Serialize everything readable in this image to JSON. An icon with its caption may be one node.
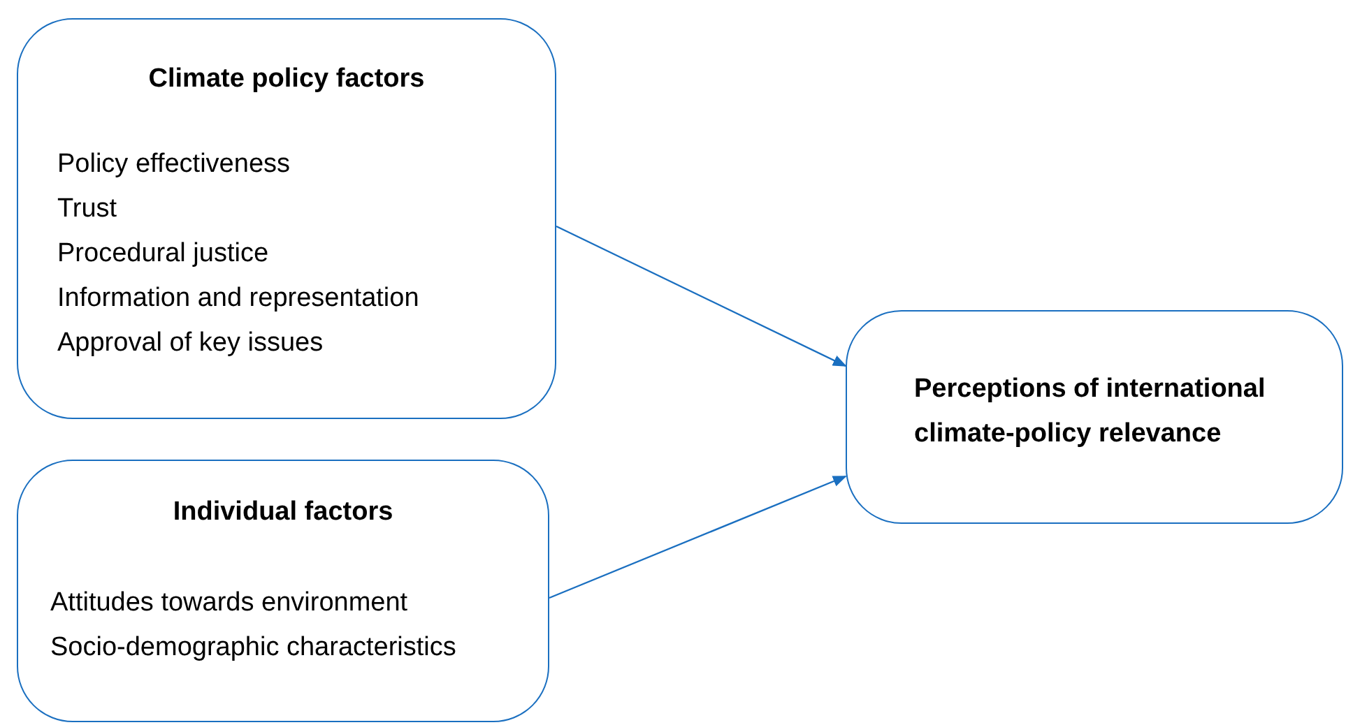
{
  "diagram": {
    "nodes": [
      {
        "text": [
          "Climate policy factors",
          "Policy effectiveness",
          "Trust",
          "Procedural justice",
          "Information and representation",
          "Approval of key issues"
        ]
      },
      {
        "text": [
          "Individual factors",
          "Attitudes towards environment",
          "Socio-demographic characteristics"
        ]
      },
      {
        "text": [
          "Perceptions of international climate-policy relevance"
        ]
      }
    ],
    "edges": [
      {
        "from": 0,
        "to": 2,
        "arrow": "to"
      },
      {
        "from": 1,
        "to": 2,
        "arrow": "to"
      }
    ]
  }
}
